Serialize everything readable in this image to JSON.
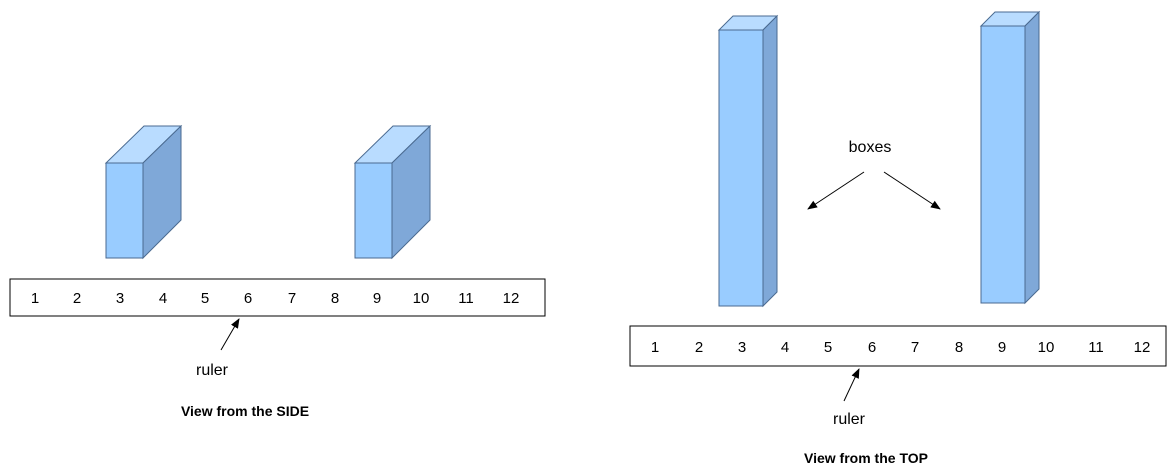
{
  "colors": {
    "box_front": "#99ccff",
    "box_top": "#b9dcff",
    "box_side": "#7fa8d8",
    "box_outline": "#4a6a90",
    "ruler_border": "#000000",
    "arrow": "#000000"
  },
  "side_view": {
    "caption": "View from the SIDE",
    "ruler_label": "ruler",
    "ruler_numbers": [
      "1",
      "2",
      "3",
      "4",
      "5",
      "6",
      "7",
      "8",
      "9",
      "10",
      "11",
      "12"
    ]
  },
  "top_view": {
    "caption": "View from the TOP",
    "ruler_label": "ruler",
    "boxes_label": "boxes",
    "ruler_numbers": [
      "1",
      "2",
      "3",
      "4",
      "5",
      "6",
      "7",
      "8",
      "9",
      "10",
      "11",
      "12"
    ]
  }
}
